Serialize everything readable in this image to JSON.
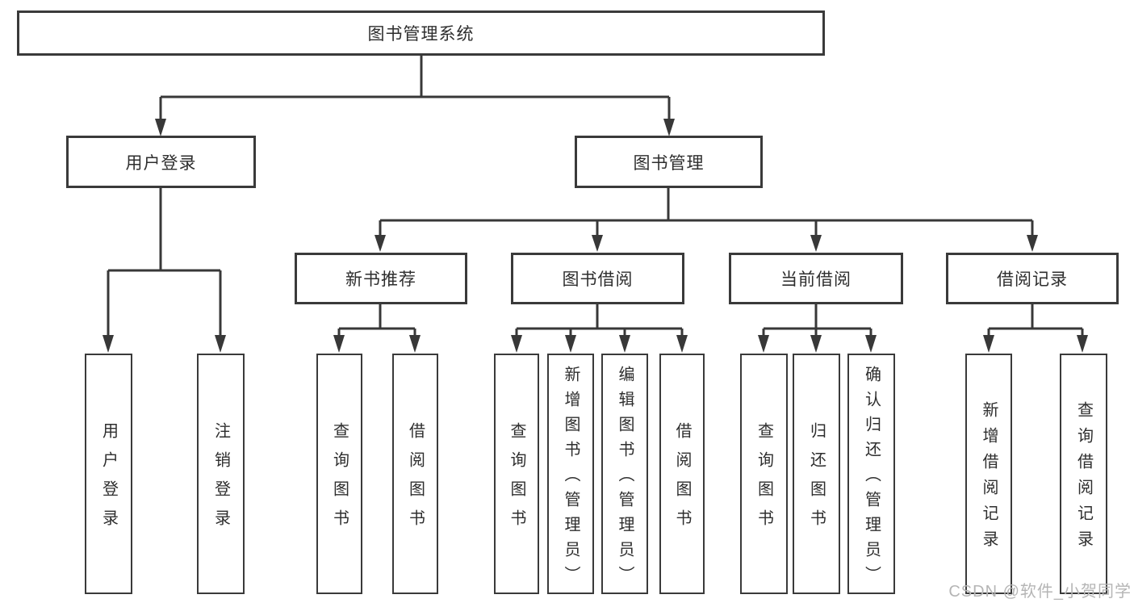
{
  "tree": {
    "root": {
      "label": "图书管理系统",
      "children": [
        {
          "label": "用户登录",
          "children": [
            {
              "label": "用户登录"
            },
            {
              "label": "注销登录"
            }
          ]
        },
        {
          "label": "图书管理",
          "children": [
            {
              "label": "新书推荐",
              "children": [
                {
                  "label": "查询图书"
                },
                {
                  "label": "借阅图书"
                }
              ]
            },
            {
              "label": "图书借阅",
              "children": [
                {
                  "label": "查询图书"
                },
                {
                  "label": "新增图书（管理员）"
                },
                {
                  "label": "编辑图书（管理员）"
                },
                {
                  "label": "借阅图书"
                }
              ]
            },
            {
              "label": "当前借阅",
              "children": [
                {
                  "label": "查询图书"
                },
                {
                  "label": "归还图书"
                },
                {
                  "label": "确认归还（管理员）"
                }
              ]
            },
            {
              "label": "借阅记录",
              "children": [
                {
                  "label": "新增借阅记录"
                },
                {
                  "label": "查询借阅记录"
                }
              ]
            }
          ]
        }
      ]
    }
  },
  "watermark": {
    "text": "CSDN @软件_小贺同学"
  },
  "colors": {
    "line": "#383838",
    "box_border": "#3a3a3a",
    "text": "#2e2e2e",
    "watermark_text": "#b5b5b5",
    "background": "#ffffff"
  }
}
